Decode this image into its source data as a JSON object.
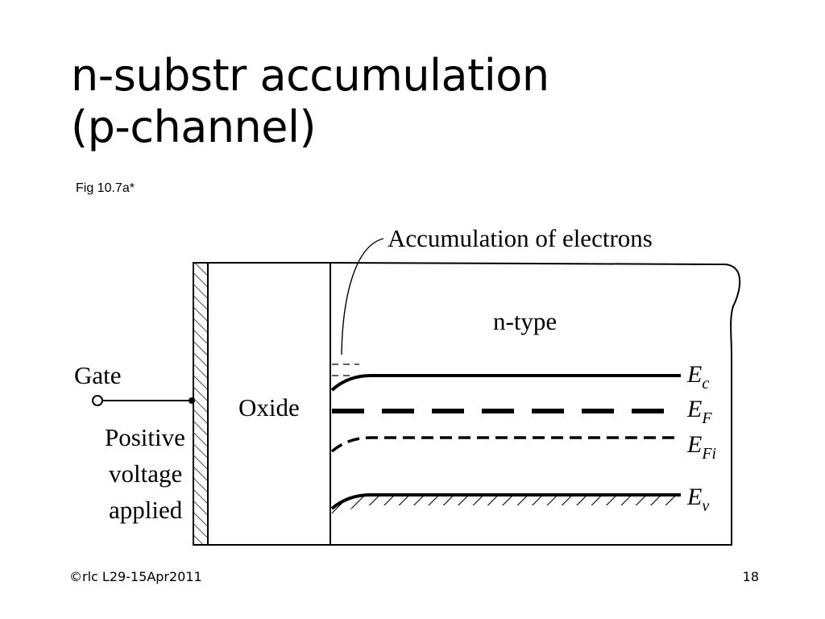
{
  "slide": {
    "title_line1": "n-substr accumulation",
    "title_line2": "(p-channel)",
    "figure_ref": "Fig 10.7a*",
    "footer_left": "©rlc L29-15Apr2011",
    "page_number": "18"
  },
  "diagram": {
    "gate_label": "Gate",
    "condition_lines": [
      "Positive",
      "voltage",
      "applied"
    ],
    "oxide_label": "Oxide",
    "semiconductor_label": "n-type",
    "annotation": "Accumulation of electrons",
    "bands": [
      {
        "id": "conduction",
        "letter": "E",
        "subscript": "c"
      },
      {
        "id": "fermi",
        "letter": "E",
        "subscript": "F"
      },
      {
        "id": "intrinsic",
        "letter": "E",
        "subscript": "Fi"
      },
      {
        "id": "valence",
        "letter": "E",
        "subscript": "v"
      }
    ]
  }
}
